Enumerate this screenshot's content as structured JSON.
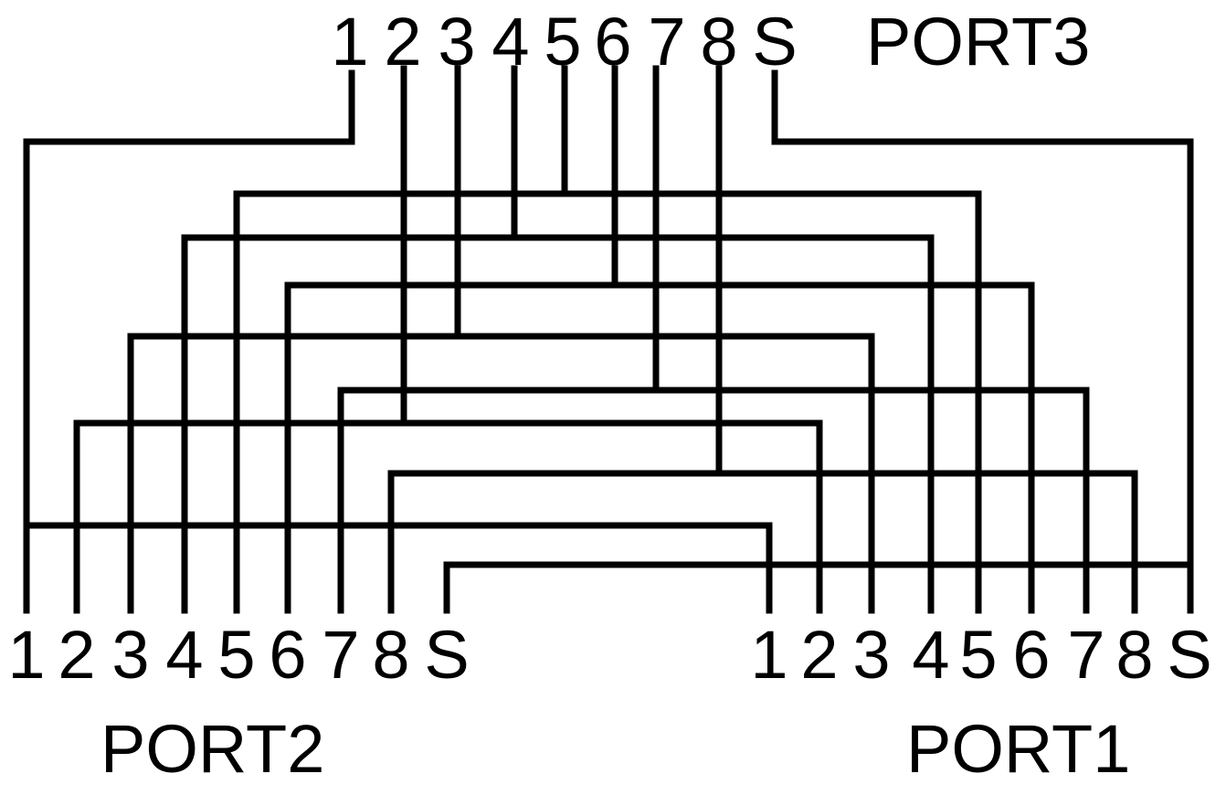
{
  "ports": {
    "port3": {
      "title": "PORT3",
      "pins": [
        "1",
        "2",
        "3",
        "4",
        "5",
        "6",
        "7",
        "8",
        "S"
      ]
    },
    "port2": {
      "title": "PORT2",
      "pins": [
        "1",
        "2",
        "3",
        "4",
        "5",
        "6",
        "7",
        "8",
        "S"
      ]
    },
    "port1": {
      "title": "PORT1",
      "pins": [
        "1",
        "2",
        "3",
        "4",
        "5",
        "6",
        "7",
        "8",
        "S"
      ]
    }
  },
  "connections": [
    {
      "port3_pin": "1",
      "port2_pin": "1",
      "port1_pin": "1"
    },
    {
      "port3_pin": "2",
      "port2_pin": "2",
      "port1_pin": "2"
    },
    {
      "port3_pin": "3",
      "port2_pin": "3",
      "port1_pin": "3"
    },
    {
      "port3_pin": "4",
      "port2_pin": "4",
      "port1_pin": "4"
    },
    {
      "port3_pin": "5",
      "port2_pin": "5",
      "port1_pin": "5"
    },
    {
      "port3_pin": "6",
      "port2_pin": "6",
      "port1_pin": "6"
    },
    {
      "port3_pin": "7",
      "port2_pin": "7",
      "port1_pin": "7"
    },
    {
      "port3_pin": "8",
      "port2_pin": "8",
      "port1_pin": "8"
    },
    {
      "port3_pin": "S",
      "port2_pin": "S",
      "port1_pin": "S"
    }
  ],
  "colors": {
    "line": "#000000",
    "background": "#ffffff"
  }
}
